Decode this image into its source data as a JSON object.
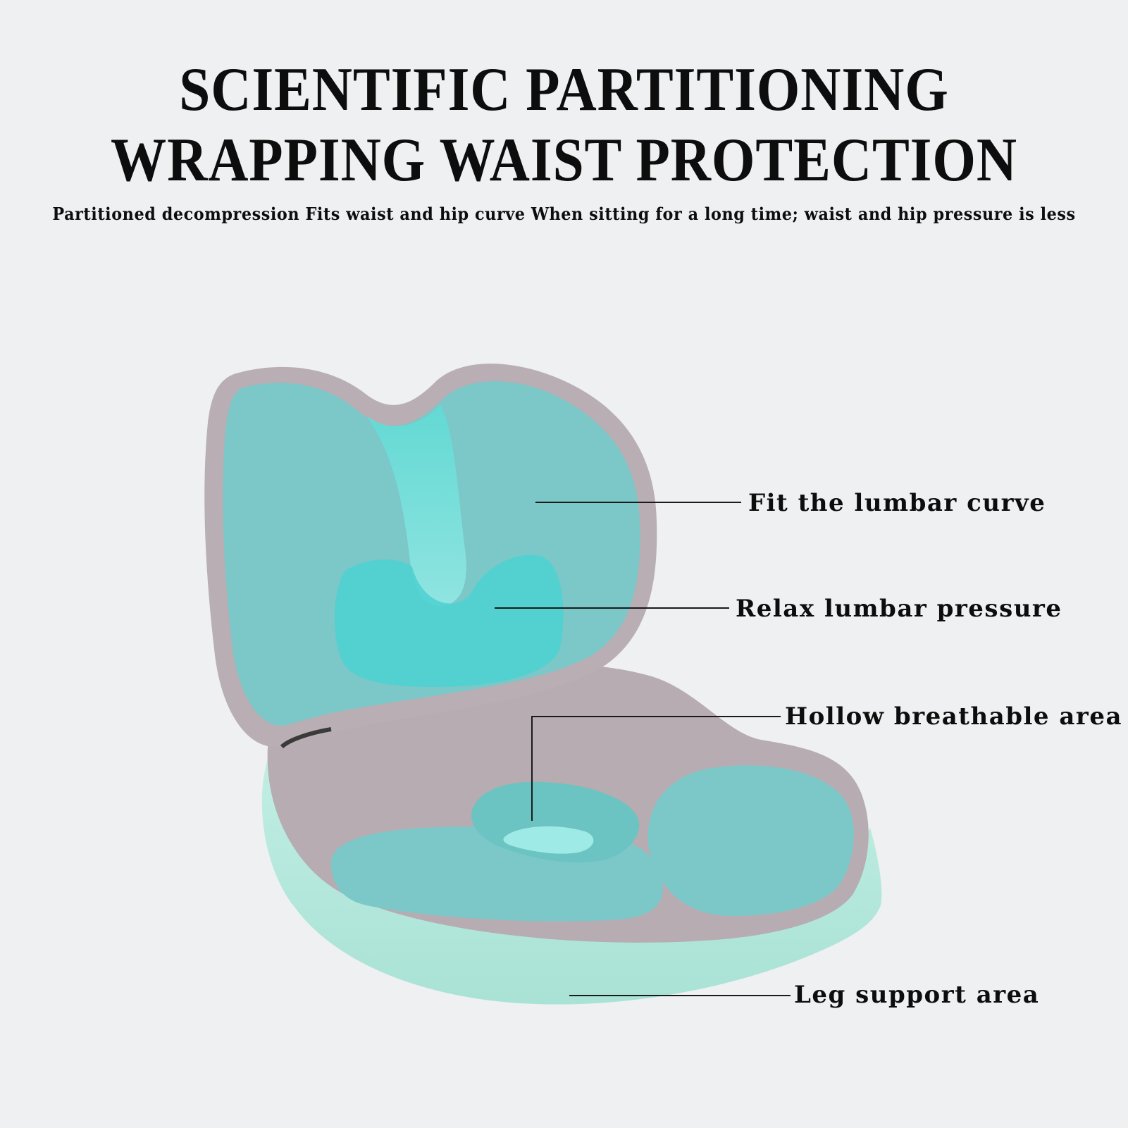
{
  "header": {
    "title_line1": "SCIENTIFIC PARTITIONING",
    "title_line2": "WRAPPING WAIST PROTECTION",
    "subtitle": "Partitioned decompression Fits waist and hip curve When sitting for a long time; waist and hip pressure is less"
  },
  "callouts": [
    {
      "label": "Fit the lumbar curve"
    },
    {
      "label": "Relax lumbar pressure"
    },
    {
      "label": "Hollow breathable area"
    },
    {
      "label": "Leg support area"
    }
  ],
  "colors": {
    "background": "#eef0f1",
    "teal": "#7ec7c8",
    "bright_teal": "#4fd3d3",
    "frame_grey": "#b9aeb3",
    "seat_base": "#b6e8de",
    "text": "#0d0d0d"
  }
}
